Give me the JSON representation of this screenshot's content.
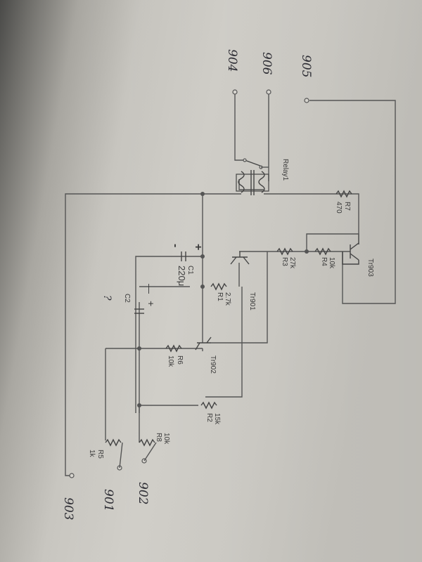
{
  "handwriting": {
    "t905": "905",
    "t906": "906",
    "t904": "904",
    "t902": "902",
    "t901": "901",
    "t903": "903",
    "c2_value": "?"
  },
  "labels": {
    "relay": "Relay1",
    "r7_name": "R7",
    "r7_value": "470",
    "r4_name": "R4",
    "r4_value": "10k",
    "r3_name": "R3",
    "r3_value": "27k",
    "r1_name": "R1",
    "r1_value": "2.7k",
    "r6_name": "R6",
    "r6_value": "10k",
    "r2_name": "R2",
    "r2_value": "15k",
    "r8_name": "R8",
    "r8_value": "10k",
    "r5_name": "R5",
    "r5_value": "1k",
    "c1_name": "C1",
    "c1_value": "220μ",
    "c2_name": "C2",
    "c1_plus": "+",
    "c1_minus": "-",
    "c2_minus": "—",
    "c2_plus": "+",
    "tr903": "Tr903",
    "tr901": "Tr901",
    "tr902": "Tr902"
  }
}
